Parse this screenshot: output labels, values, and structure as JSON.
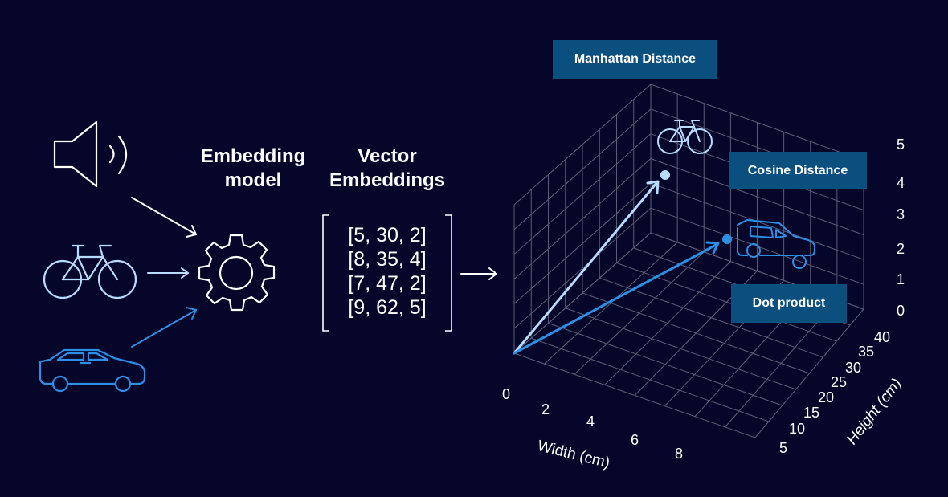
{
  "headings": {
    "embedding_model": [
      "Embedding",
      "model"
    ],
    "vector_embeddings": [
      "Vector",
      "Embeddings"
    ]
  },
  "vectors": [
    "[5, 30, 2]",
    "[8, 35, 4]",
    "[7, 47, 2]",
    "[9, 62, 5]"
  ],
  "labels": {
    "manhattan": "Manhattan Distance",
    "cosine": "Cosine Distance",
    "dot": "Dot product"
  },
  "axes": {
    "z_ticks": [
      "5",
      "4",
      "3",
      "2",
      "1",
      "0"
    ],
    "x_ticks": [
      "0",
      "2",
      "4",
      "6",
      "8"
    ],
    "y_ticks": [
      "5",
      "10",
      "15",
      "20",
      "25",
      "30",
      "35",
      "40"
    ],
    "x_title": "Width (cm)",
    "y_title": "Height (cm)"
  },
  "icons": [
    "speaker-icon",
    "bicycle-icon",
    "car-icon",
    "gear-icon"
  ],
  "colors": {
    "background": "#05062a",
    "light_blue": "#b8dcff",
    "blue": "#2b8fe6",
    "label_box": "#0b4f7f",
    "grid": "#5b5e73"
  }
}
